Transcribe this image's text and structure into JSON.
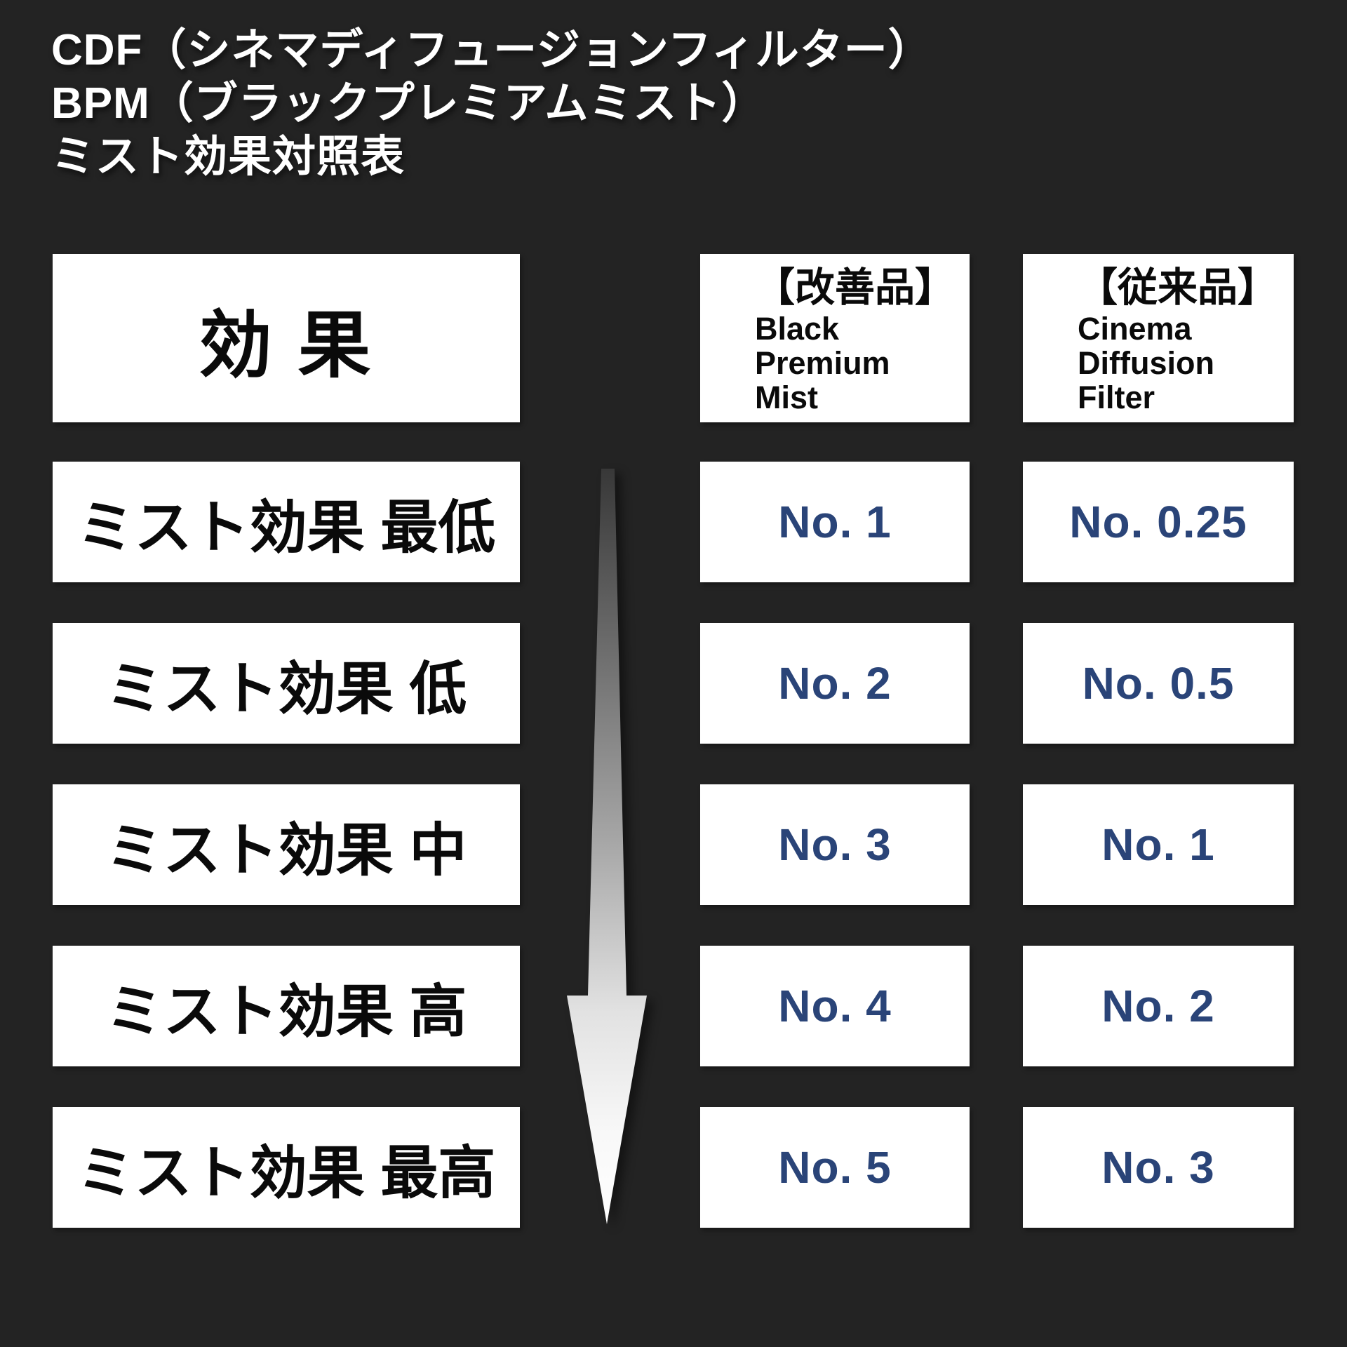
{
  "title": {
    "line1": "CDF（シネマディフュージョンフィルター）",
    "line2": "BPM（ブラックプレミアムミスト）",
    "line3": "ミスト効果対照表"
  },
  "table": {
    "effect_header": "効 果",
    "columns": {
      "bpm": {
        "tag": "【改善品】",
        "name_lines": [
          "Black",
          "Premium",
          "Mist"
        ]
      },
      "cdf": {
        "tag": "【従来品】",
        "name_lines": [
          "Cinema",
          "Diffusion",
          "Filter"
        ]
      }
    },
    "rows": [
      {
        "label": "ミスト効果 最低",
        "bpm": "No. 1",
        "cdf": "No. 0.25"
      },
      {
        "label": "ミスト効果 低",
        "bpm": "No. 2",
        "cdf": "No. 0.5"
      },
      {
        "label": "ミスト効果 中",
        "bpm": "No. 3",
        "cdf": "No. 1"
      },
      {
        "label": "ミスト効果 高",
        "bpm": "No. 4",
        "cdf": "No. 2"
      },
      {
        "label": "ミスト効果 最高",
        "bpm": "No. 5",
        "cdf": "No. 3"
      }
    ]
  },
  "chart_data": {
    "type": "table",
    "title": "ミスト効果対照表",
    "subtitle_lines": [
      "CDF（シネマディフュージョンフィルター）",
      "BPM（ブラックプレミアムミスト）"
    ],
    "columns": [
      "効 果",
      "【改善品】 Black Premium Mist",
      "【従来品】 Cinema Diffusion Filter"
    ],
    "rows": [
      [
        "ミスト効果 最低",
        "No. 1",
        "No. 0.25"
      ],
      [
        "ミスト効果 低",
        "No. 2",
        "No. 0.5"
      ],
      [
        "ミスト効果 中",
        "No. 3",
        "No. 1"
      ],
      [
        "ミスト効果 高",
        "No. 4",
        "No. 2"
      ],
      [
        "ミスト効果 最高",
        "No. 5",
        "No. 3"
      ]
    ],
    "layout_hints": {
      "down_arrow": "gradient arrow between effect column and product columns, pointing down (effect increases downward)",
      "background": "dark",
      "cell_style": "white boxes, black labels, navy values"
    }
  },
  "colors": {
    "background": "#232323",
    "cell_background": "#ffffff",
    "label_text": "#0a0a0a",
    "value_text": "#2a4478",
    "title_text": "#ffffff"
  }
}
